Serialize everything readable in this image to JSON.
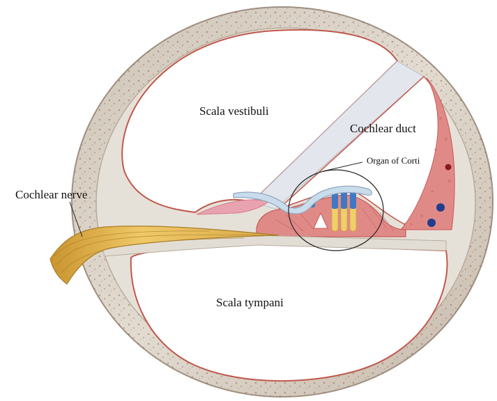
{
  "labels": {
    "scala_vestibuli": "Scala vestibuli",
    "cochlear_duct": "Cochlear duct",
    "organ_of_corti": "Organ of Corti",
    "cochlear_nerve": "Cochlear nerve",
    "scala_tympani": "Scala tympani"
  },
  "colors": {
    "bone": "#d9d0c5",
    "bone_dark": "#a6988a",
    "bone_spots": "#7a3f36",
    "membrane": "#dde3ec",
    "tissue_pink": "#e08a88",
    "tissue_dark": "#c75a59",
    "nerve": "#d7a848",
    "hair_cells_blue": "#3f78c3",
    "hair_cells_yellow": "#f0cf6a",
    "vessel_red": "#8b1a1a",
    "vessel_blue": "#1f3d8c"
  }
}
